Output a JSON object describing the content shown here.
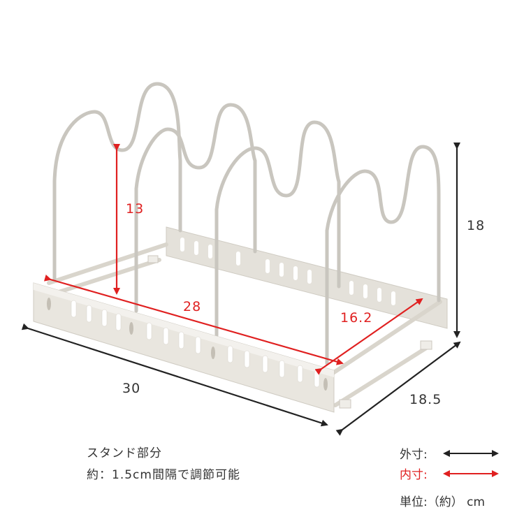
{
  "dimensions": {
    "outer_width": "30",
    "outer_depth": "18.5",
    "outer_height": "18",
    "inner_width": "28",
    "inner_depth": "16.2",
    "inner_height": "13"
  },
  "notes": {
    "line1": "スタンド部分",
    "line2": "約：1.5cm間隔で調節可能"
  },
  "legend": {
    "outer_label": "外寸:",
    "inner_label": "内寸:",
    "unit_label": "単位:（約） cm"
  },
  "colors": {
    "outer": "#333333",
    "inner": "#e02020",
    "product": "#e6e3dc"
  }
}
